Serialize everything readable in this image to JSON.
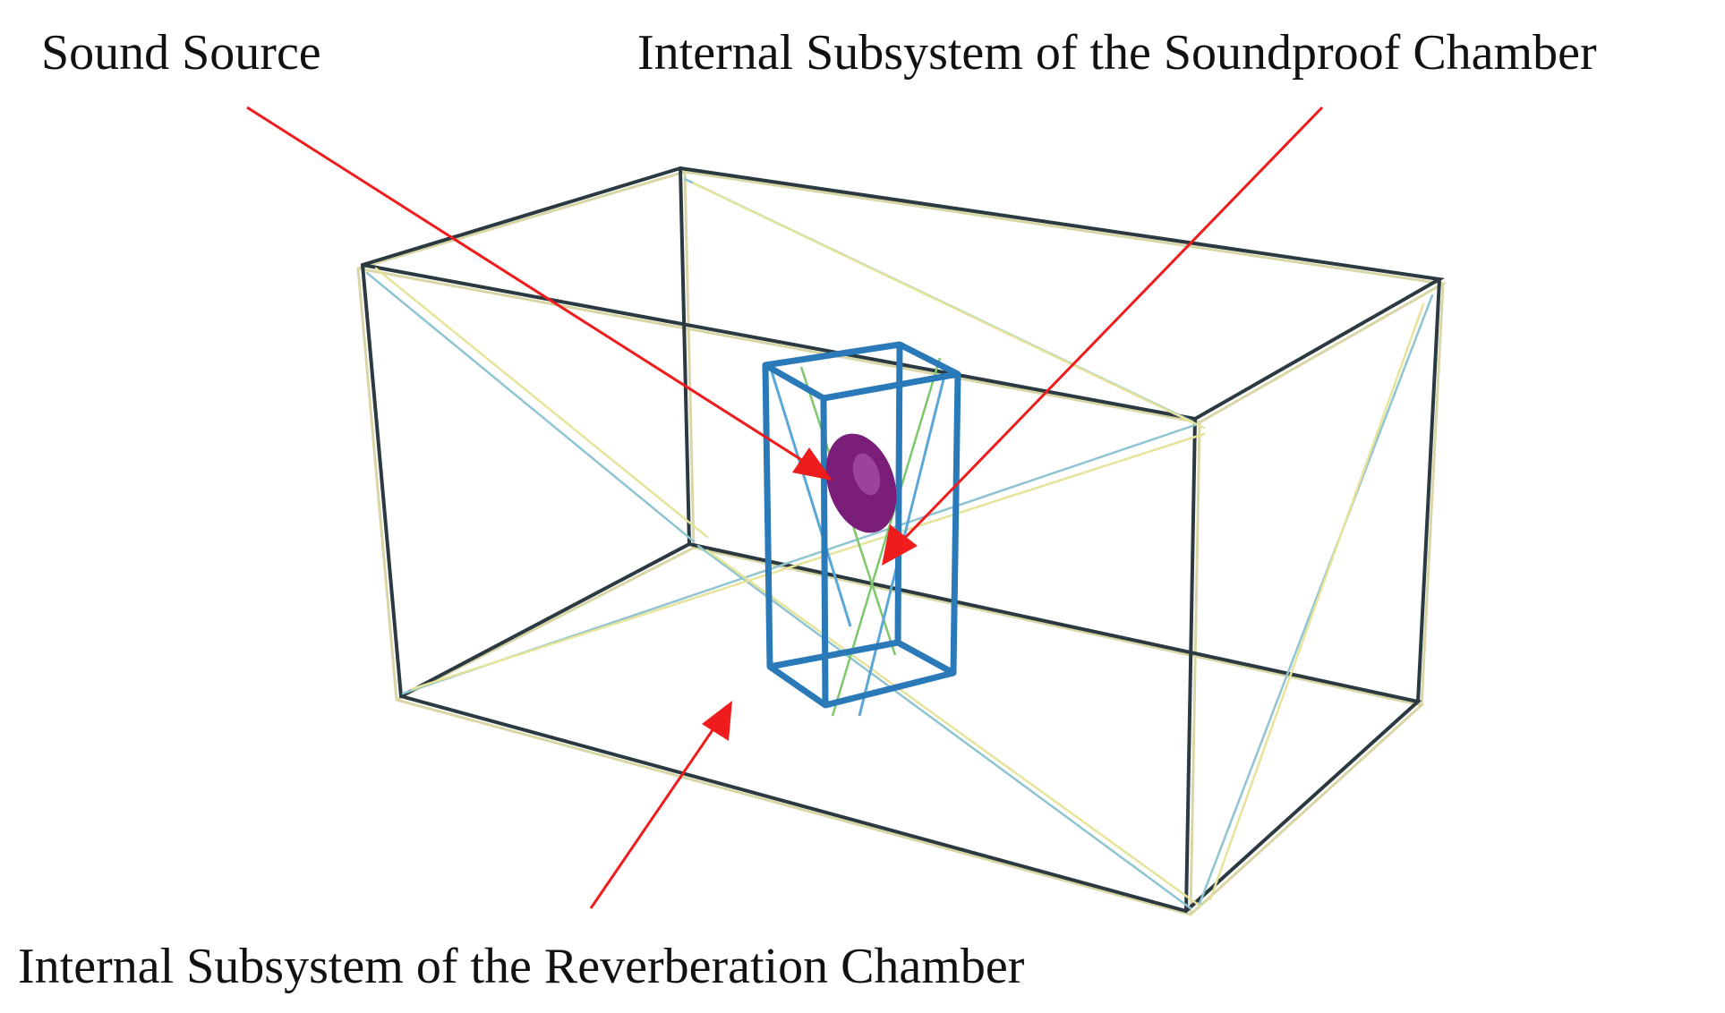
{
  "labels": {
    "sound_source": "Sound Source",
    "soundproof_chamber": "Internal Subsystem of the Soundproof Chamber",
    "reverberation_chamber": "Internal Subsystem of the Reverberation Chamber"
  },
  "colors": {
    "outer_frame": "#2b3a40",
    "inner_frame": "#2a79b8",
    "sound_source": "#7a1e7a",
    "arrows": "#ee1c1c"
  }
}
